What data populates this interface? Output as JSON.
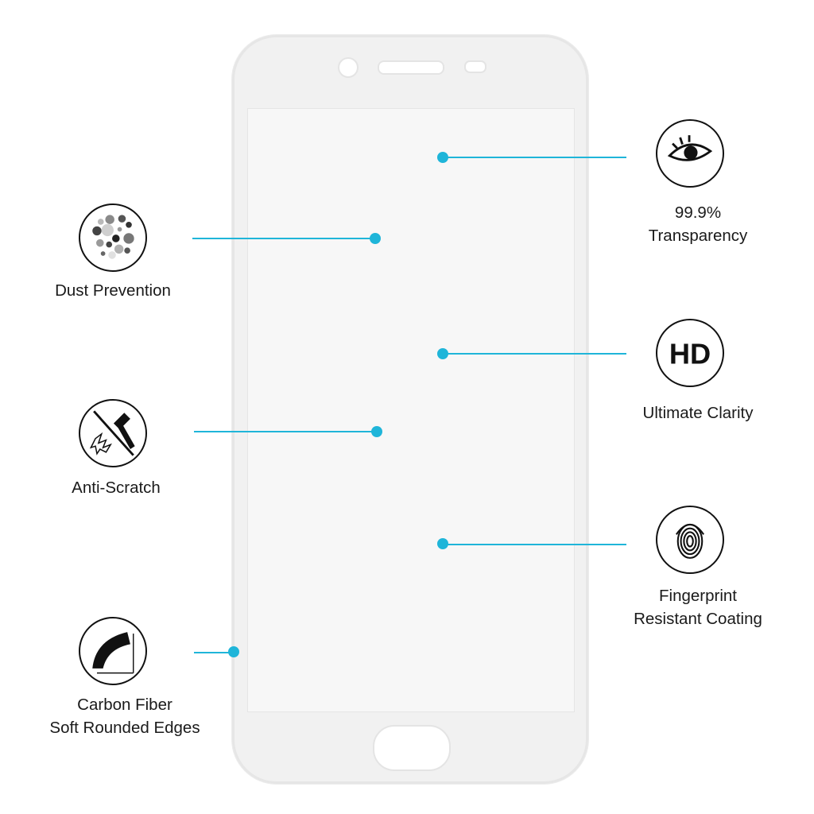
{
  "features": {
    "dust": {
      "line1": "Dust Prevention",
      "icon": "dust-particles-icon"
    },
    "scratch": {
      "line1": "Anti-Scratch",
      "icon": "hammer-icon"
    },
    "edges": {
      "line1": "Carbon Fiber",
      "line2": "Soft Rounded Edges",
      "icon": "rounded-edge-icon"
    },
    "transparency": {
      "line1": "99.9%",
      "line2": "Transparency",
      "icon": "eye-icon"
    },
    "clarity": {
      "line1": "Ultimate Clarity",
      "hd_text": "HD",
      "icon": "hd-icon"
    },
    "fingerprint": {
      "line1": "Fingerprint",
      "line2": "Resistant Coating",
      "icon": "fingerprint-icon"
    }
  },
  "colors": {
    "accent": "#1fb5d9",
    "phone_body": "#f1f1f1",
    "icon_stroke": "#111111"
  }
}
